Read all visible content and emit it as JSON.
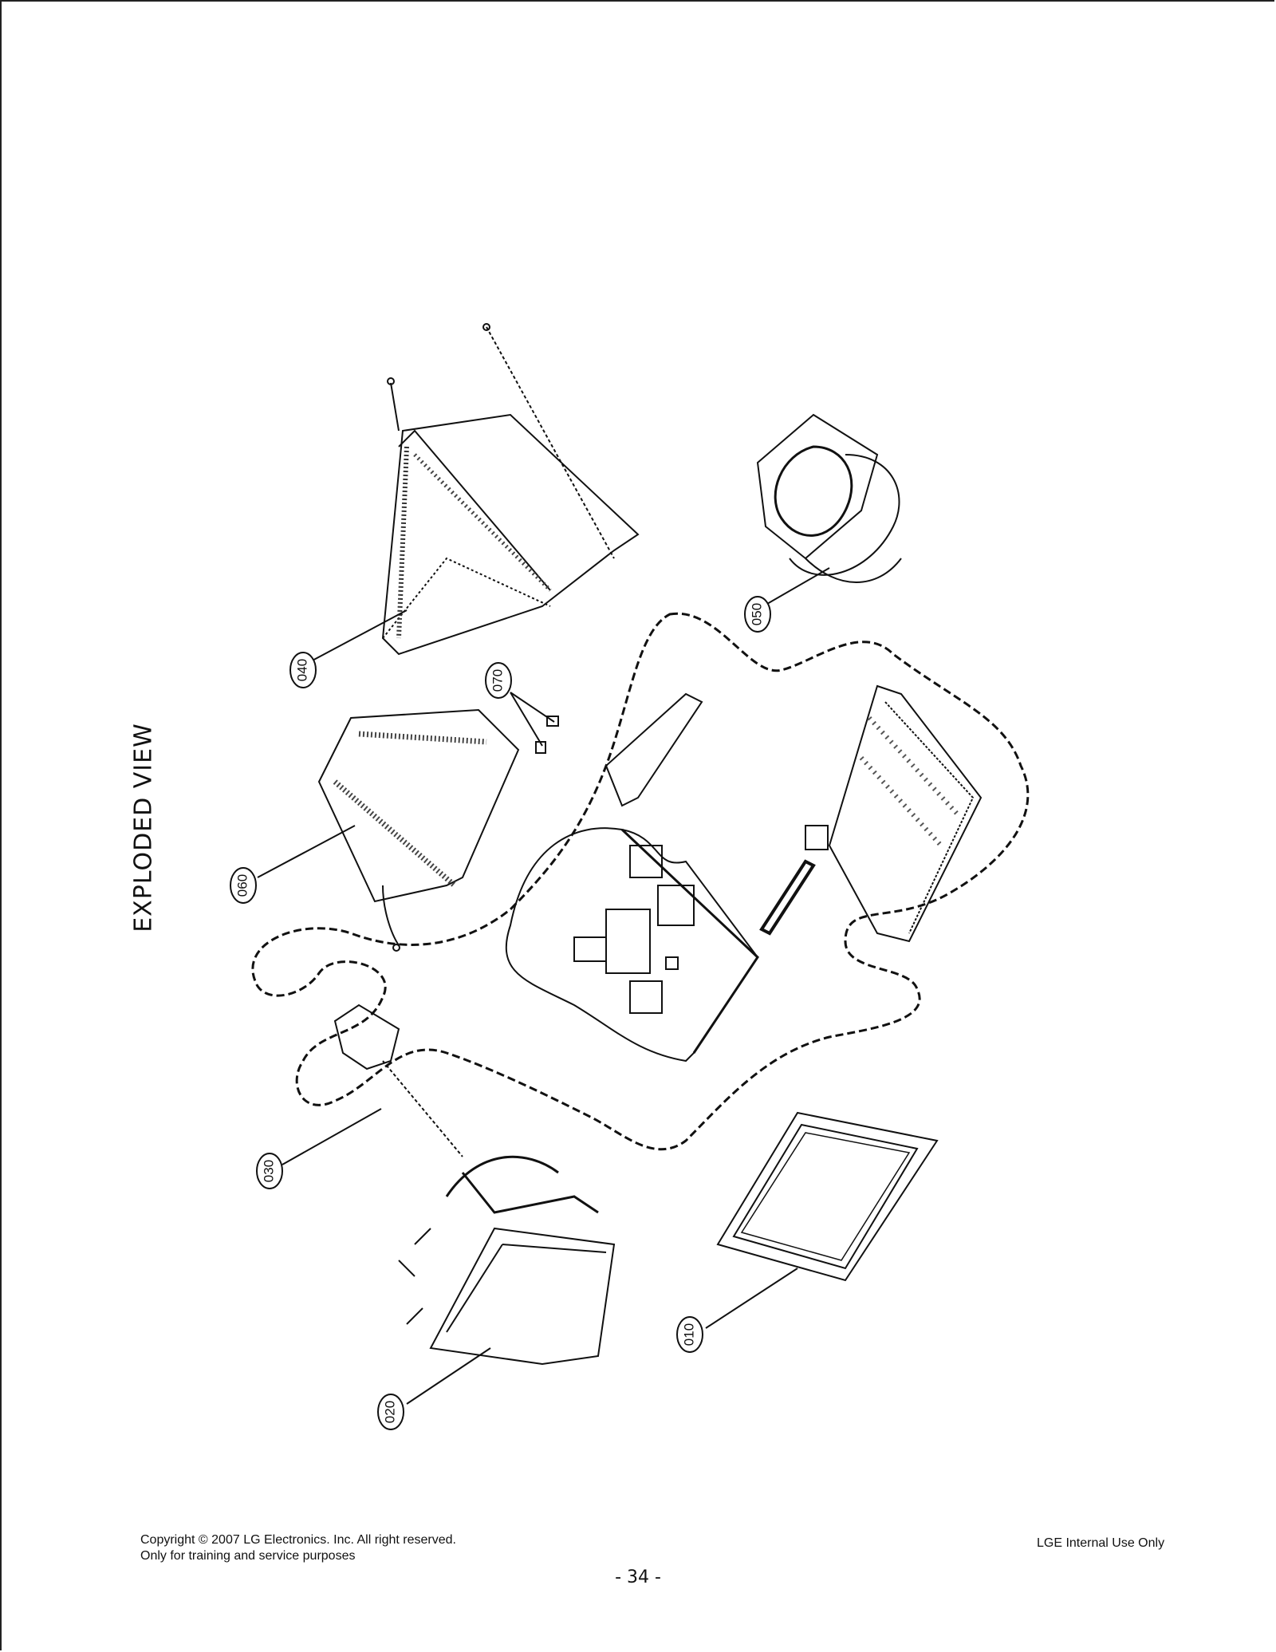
{
  "title": "EXPLODED VIEW",
  "callouts": [
    {
      "label": "010"
    },
    {
      "label": "020"
    },
    {
      "label": "030"
    },
    {
      "label": "040"
    },
    {
      "label": "050"
    },
    {
      "label": "060"
    },
    {
      "label": "070"
    }
  ],
  "footer": {
    "copyright_line1": "Copyright © 2007 LG Electronics. Inc.  All right reserved.",
    "copyright_line2": "Only for training and service purposes",
    "internal": "LGE Internal Use Only",
    "page_number": "- 34 -"
  }
}
